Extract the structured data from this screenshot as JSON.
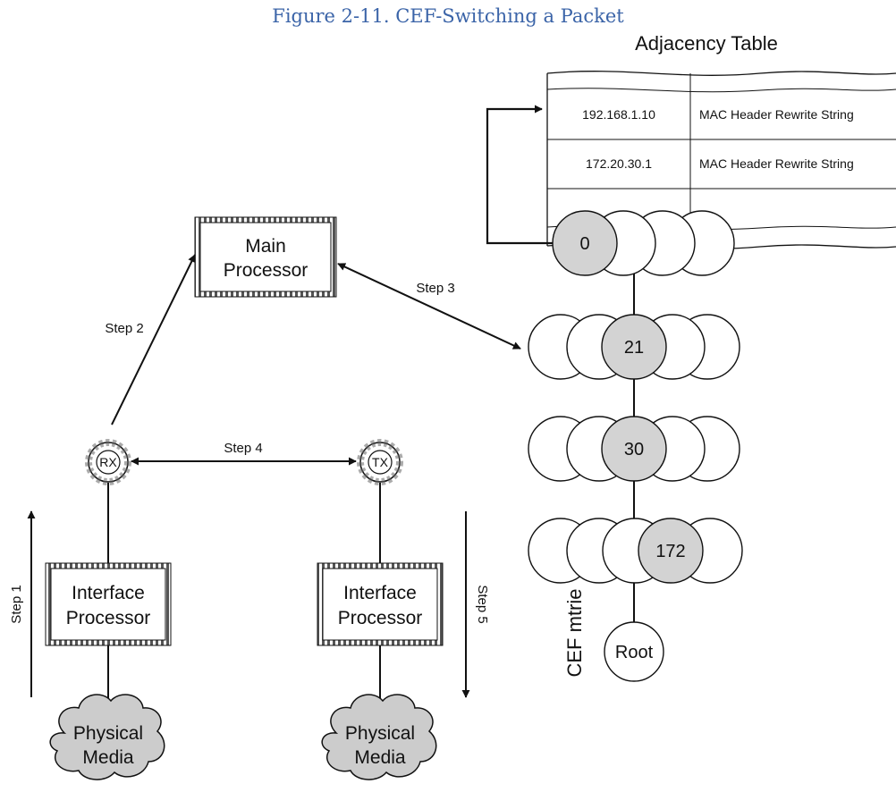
{
  "caption": "Figure 2-11. CEF-Switching a Packet",
  "adjacency_table": {
    "title": "Adjacency Table",
    "rows": [
      {
        "address": "192.168.1.10",
        "rewrite": "MAC Header Rewrite String"
      },
      {
        "address": "172.20.30.1",
        "rewrite": "MAC Header Rewrite String"
      }
    ]
  },
  "main_processor": {
    "line1": "Main",
    "line2": "Processor"
  },
  "interface_processors": [
    {
      "line1": "Interface",
      "line2": "Processor"
    },
    {
      "line1": "Interface",
      "line2": "Processor"
    }
  ],
  "physical_media": [
    {
      "line1": "Physical",
      "line2": "Media"
    },
    {
      "line1": "Physical",
      "line2": "Media"
    }
  ],
  "ports": {
    "rx": "RX",
    "tx": "TX"
  },
  "steps": {
    "step1": "Step 1",
    "step2": "Step 2",
    "step3": "Step 3",
    "step4": "Step 4",
    "step5": "Step 5"
  },
  "mtrie": {
    "label": "CEF mtrie",
    "levels": [
      "0",
      "21",
      "30",
      "172"
    ],
    "root": "Root"
  },
  "colors": {
    "caption": "#3b64a8",
    "node_fill": "#d3d3d3",
    "cloud_fill": "#cccccc",
    "line": "#111111"
  }
}
